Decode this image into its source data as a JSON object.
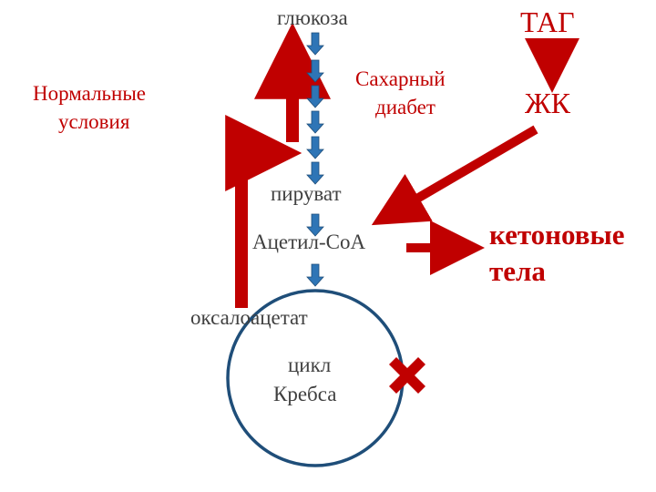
{
  "labels": {
    "glucose": "глюкоза",
    "tag": "ТАГ",
    "fa": "ЖК",
    "normal_line1": "Нормальные",
    "normal_line2": "условия",
    "diabetes_line1": "Сахарный",
    "diabetes_line2": "диабет",
    "pyruvate": "пируват",
    "acetyl_coa": "Ацетил-CoA",
    "ketone_line1": "кетоновые",
    "ketone_line2": "тела",
    "oxaloacetate": "оксалоацетат",
    "krebs_line1": "цикл",
    "krebs_line2": "Кребса"
  },
  "colors": {
    "red": "#c00000",
    "blue": "#2e75b6",
    "dark_blue": "#1f4e79",
    "text": "#404040"
  },
  "icons": {
    "blocked": "x-mark-icon"
  }
}
